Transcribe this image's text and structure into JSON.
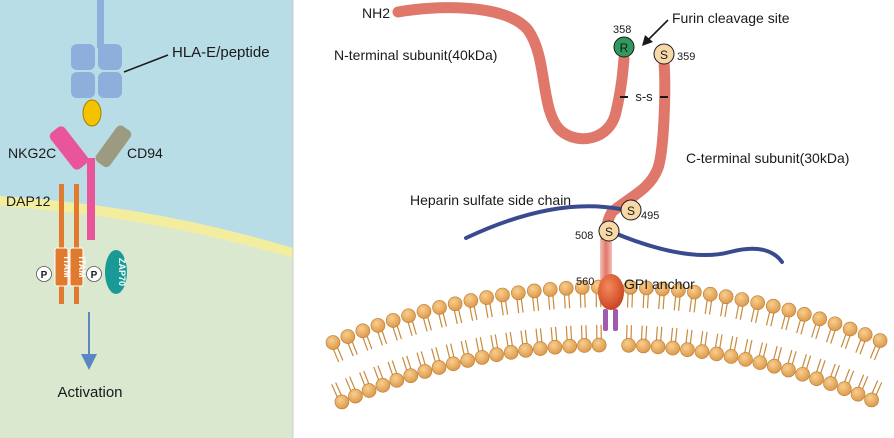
{
  "left_panel": {
    "ligand_label": "HLA-E/peptide",
    "nkg2c_label": "NKG2C",
    "cd94_label": "CD94",
    "dap12_label": "DAP12",
    "itam_label": "ITAM",
    "phospho_label": "P",
    "zap70_label": "ZAP70",
    "activation_label": "Activation",
    "colors": {
      "extracellular": "#b8dde6",
      "membrane": "#f3eda0",
      "cytoplasm": "#d9e8cf",
      "hla": "#8eaedb",
      "peptide": "#f3c300",
      "nkg2c": "#e8559a",
      "cd94": "#9c9a80",
      "dap12": "#e07a2e",
      "zap70": "#1a9a96",
      "arrow": "#5b86c4"
    }
  },
  "right_panel": {
    "n_terminus_label": "NH2",
    "furin_label": "Furin cleavage site",
    "n_subunit_label": "N-terminal subunit(40kDa)",
    "c_subunit_label": "C-terminal subunit(30kDa)",
    "disulfide_label": "s-s",
    "heparin_label": "Heparin sulfate side chain",
    "gpi_label": "GPI anchor",
    "residues": {
      "r358": {
        "number": "358",
        "letter": "R"
      },
      "s359": {
        "number": "359",
        "letter": "S"
      },
      "s495": {
        "number": "495",
        "letter": "S"
      },
      "s508": {
        "number": "508",
        "letter": "S"
      },
      "n560": {
        "number": "560"
      }
    },
    "colors": {
      "backbone": "#e0776b",
      "heparin": "#3a4a8e",
      "serine_fill": "#f7d9a8",
      "arginine_fill": "#2f9a5f",
      "gpi": "#e0502a",
      "lipid_head": "#eaa85a",
      "lipid_tail": "#c98a3c"
    }
  }
}
